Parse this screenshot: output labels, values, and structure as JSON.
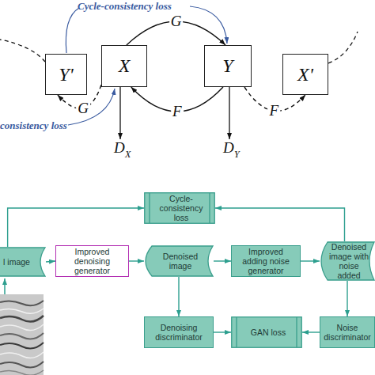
{
  "diagram": {
    "nodes": [
      {
        "text": [
          "Y'"
        ]
      },
      {
        "text": [
          "X"
        ]
      },
      {
        "text": [
          "Y"
        ]
      },
      {
        "text": [
          "X'"
        ]
      },
      {
        "text": [
          "Cycle-consistency loss"
        ]
      },
      {
        "text": [
          "l image"
        ]
      },
      {
        "text": [
          "Improved denoising generator"
        ]
      },
      {
        "text": [
          "Denoised image"
        ]
      },
      {
        "text": [
          "Improved adding noise generator"
        ]
      },
      {
        "text": [
          "Denoised image with noise added"
        ]
      },
      {
        "text": [
          "Denoising discriminator"
        ]
      },
      {
        "text": [
          "GAN loss"
        ]
      },
      {
        "text": [
          "Noise discriminator"
        ]
      }
    ],
    "edges": [
      {
        "from": 1,
        "to": 2,
        "label": "G",
        "arrow": "to"
      },
      {
        "from": 2,
        "to": 1,
        "label": "F",
        "arrow": "to"
      },
      {
        "from": 1,
        "to": 0,
        "label": "G",
        "arrow": "to"
      },
      {
        "from": 2,
        "to": 3,
        "label": "F",
        "arrow": "to"
      },
      {
        "from": 5,
        "to": 6,
        "arrow": "to"
      },
      {
        "from": 6,
        "to": 7,
        "arrow": "to"
      },
      {
        "from": 7,
        "to": 8,
        "arrow": "to"
      },
      {
        "from": 8,
        "to": 9,
        "arrow": "to"
      },
      {
        "from": 7,
        "to": 10,
        "arrow": "to"
      },
      {
        "from": 9,
        "to": 12,
        "arrow": "to"
      },
      {
        "from": 10,
        "to": 11,
        "arrow": "to"
      },
      {
        "from": 12,
        "to": 11,
        "arrow": "to"
      },
      {
        "from": 5,
        "to": 4,
        "arrow": "to"
      },
      {
        "from": 9,
        "to": 4,
        "arrow": "to"
      }
    ],
    "labels": [
      "Cycle-consistency loss",
      "consistency loss",
      "D",
      "X",
      "D",
      "Y"
    ]
  }
}
